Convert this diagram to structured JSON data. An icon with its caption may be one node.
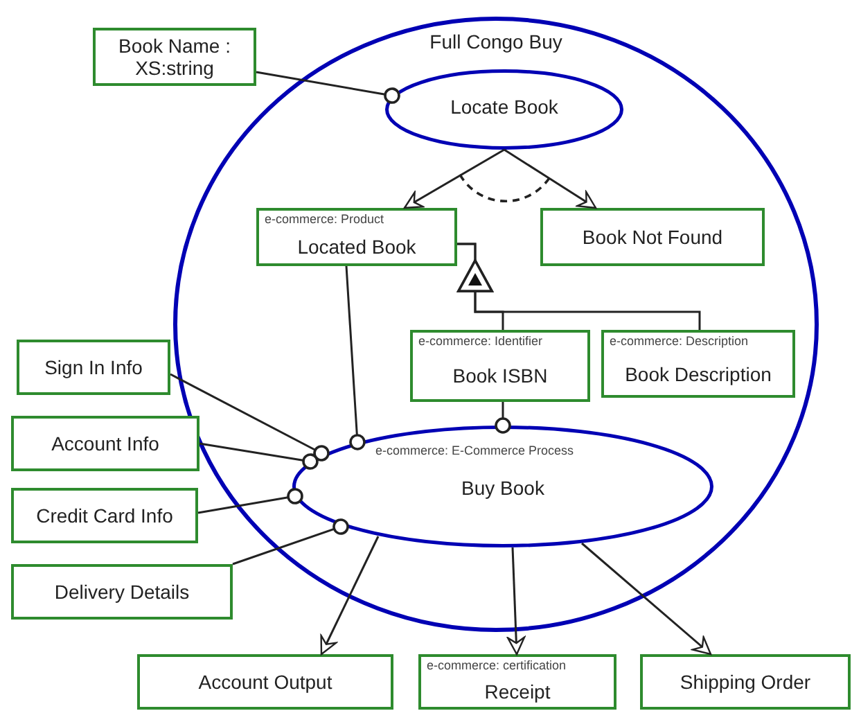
{
  "diagram": {
    "nodes": [
      {
        "text": [
          "Full Congo Buy"
        ]
      },
      {
        "text": [
          "Book Name : XS:string"
        ]
      },
      {
        "text": [
          "Locate Book"
        ],
        "in": 0
      },
      {
        "text": [
          "e-commerce: Product",
          "Located Book"
        ],
        "in": 0
      },
      {
        "text": [
          "Book Not Found"
        ],
        "in": 0
      },
      {
        "text": [
          "e-commerce: Identifier",
          "Book ISBN"
        ],
        "in": 0
      },
      {
        "text": [
          "e-commerce: Description",
          "Book Description"
        ],
        "in": 0
      },
      {
        "text": [
          "e-commerce: E-Commerce Process",
          "Buy Book"
        ],
        "in": 0
      },
      {
        "text": [
          "Sign In Info"
        ]
      },
      {
        "text": [
          "Account Info"
        ]
      },
      {
        "text": [
          "Credit Card Info"
        ]
      },
      {
        "text": [
          "Delivery Details"
        ]
      },
      {
        "text": [
          "Account Output"
        ]
      },
      {
        "text": [
          "e-commerce: certification",
          "Receipt"
        ]
      },
      {
        "text": [
          "Shipping Order"
        ]
      }
    ],
    "edges": [
      {
        "from": 1,
        "to": 2,
        "arrow": "other"
      },
      {
        "from": 2,
        "to": 3,
        "arrow": "to"
      },
      {
        "from": 2,
        "to": 4,
        "arrow": "to"
      },
      {
        "from": 5,
        "to": 3,
        "arrow": "to"
      },
      {
        "from": 6,
        "to": 3,
        "arrow": "to"
      },
      {
        "from": 5,
        "to": 7,
        "arrow": "other"
      },
      {
        "from": 3,
        "to": 7,
        "arrow": "other"
      },
      {
        "from": 8,
        "to": 7,
        "arrow": "other"
      },
      {
        "from": 9,
        "to": 7,
        "arrow": "other"
      },
      {
        "from": 10,
        "to": 7,
        "arrow": "other"
      },
      {
        "from": 11,
        "to": 7,
        "arrow": "other"
      },
      {
        "from": 7,
        "to": 12,
        "arrow": "to"
      },
      {
        "from": 7,
        "to": 13,
        "arrow": "to"
      },
      {
        "from": 7,
        "to": 14,
        "arrow": "to"
      }
    ]
  }
}
